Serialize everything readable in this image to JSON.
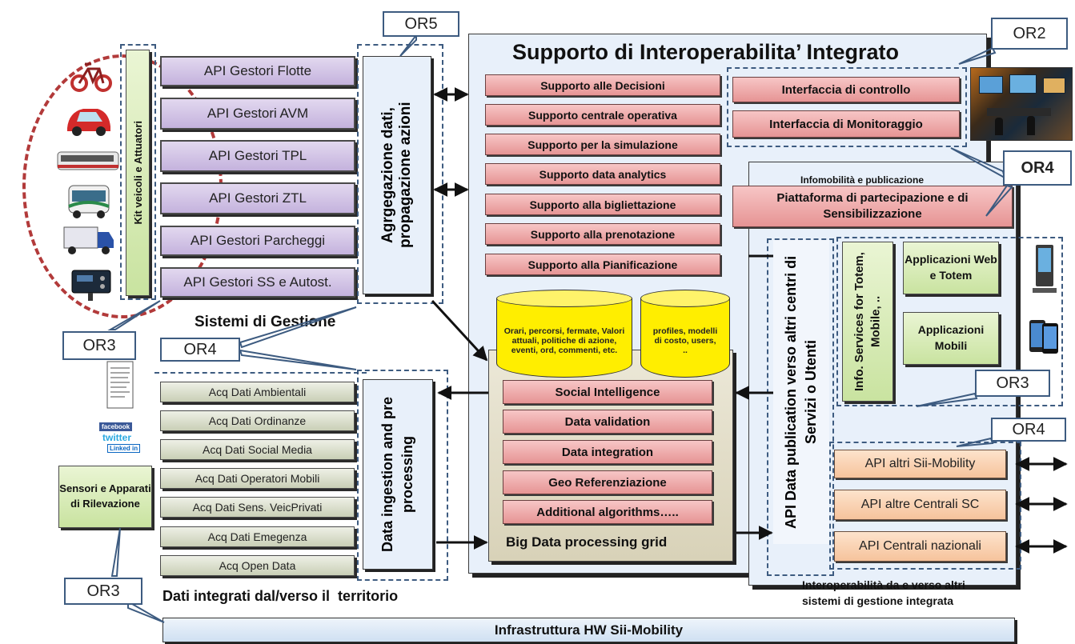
{
  "callouts": {
    "or5": "OR5",
    "or2": "OR2",
    "or4_top": "OR4",
    "or3_left": "OR3",
    "or4_left": "OR4",
    "or3_right": "OR3",
    "or4_right": "OR4",
    "or3_bottom": "OR3"
  },
  "kit_label": "Kit veicoli e Attuatori",
  "api_gestori": [
    "API Gestori Flotte",
    "API Gestori AVM",
    "API Gestori TPL",
    "API Gestori ZTL",
    "API Gestori Parcheggi",
    "API Gestori SS e Autost."
  ],
  "aggregation_label": "Agrgegazione dati, propagazione azioni",
  "sistemi_label": "Sistemi di Gestione",
  "main_title": "Supporto di Interoperabilita’ Integrato",
  "supporto_items": [
    "Supporto alle Decisioni",
    "Supporto centrale operativa",
    "Supporto per la simulazione",
    "Supporto data analytics",
    "Supporto alla bigliettazione",
    "Supporto alla prenotazione",
    "Supporto alla Pianificazione"
  ],
  "interfaces": [
    "Interfaccia di controllo",
    "Interfaccia di Monitoraggio"
  ],
  "infomobilita_label": "Infomobilità e publicazione",
  "piattaforma_label": "Piattaforma di partecipazione e di Sensibilizzazione",
  "db1": "Orari, percorsi, fermate, Valori attuali, politiche di azione, eventi, ord, commenti, etc.",
  "db2": "profiles, modelli di costo, users, ..",
  "processing_items": [
    "Social Intelligence",
    "Data validation",
    "Data integration",
    "Geo Referenziazione",
    "Additional algorithms….."
  ],
  "big_data_label": "Big Data processing grid",
  "api_publication_label": "API Data publication verso altri centri di Servizi o Utenti",
  "info_services_label": "Info. Services for Totem, Mobile, ..",
  "apps": [
    "Applicazioni Web e Totem",
    "Applicazioni Mobili"
  ],
  "api_altri": [
    "API altri Sii-Mobility",
    "API altre Centrali SC",
    "API Centrali nazionali"
  ],
  "interop_label": "Interoperabilità da e verso altri sistemi di gestione integrata",
  "acq_items": [
    "Acq Dati Ambientali",
    "Acq Dati Ordinanze",
    "Acq Dati Social Media",
    "Acq Dati Operatori Mobili",
    "Acq Dati Sens. VeicPrivati",
    "Acq Dati Emegenza",
    "Acq Open Data"
  ],
  "ingestion_label": "Data ingestion and pre processing",
  "sensori_label": "Sensori e Apparati di Rilevazione",
  "dati_integrati_label": "Dati integrati dal/verso il  territorio",
  "infrastruttura_label": "Infrastruttura HW Sii-Mobility",
  "social_logos": [
    "facebook",
    "twitter",
    "Linked in"
  ],
  "colors": {
    "dashed_circle": "#b23a3a",
    "dashed_border": "#3d5b80",
    "purple_box": "#d3c5e6",
    "pink_box": "#eeacac",
    "grey_box": "#dde1cc",
    "peach_box": "#fbd3b2",
    "green_box": "#d8ecb6",
    "light_blue": "#e8f0fa",
    "database": "#ffee00"
  }
}
